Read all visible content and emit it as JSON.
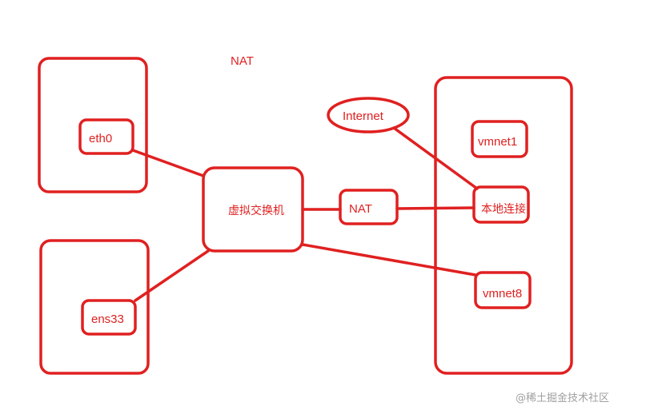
{
  "diagram": {
    "title": "NAT",
    "host1_interface": "eth0",
    "host2_interface": "ens33",
    "virtual_switch": "虚拟交换机",
    "nat_device": "NAT",
    "internet": "Internet",
    "host_adapters": {
      "vmnet1": "vmnet1",
      "local_connection": "本地连接",
      "vmnet8": "vmnet8"
    },
    "watermark": "@稀土掘金技术社区"
  },
  "colors": {
    "stroke": "#e02020",
    "watermark": "#a0a0a0"
  }
}
